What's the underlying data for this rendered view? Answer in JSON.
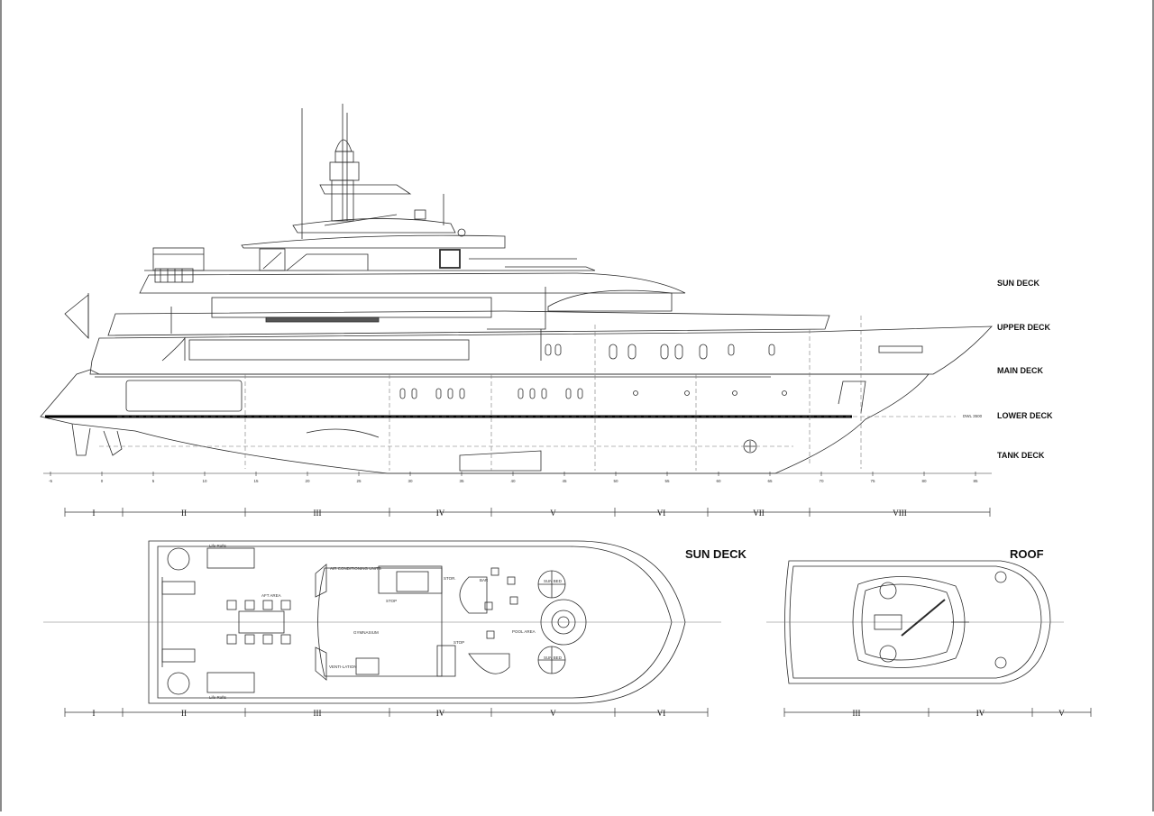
{
  "deck_labels": [
    "SUN DECK",
    "UPPER DECK",
    "MAIN DECK",
    "LOWER DECK",
    "TANK DECK"
  ],
  "dwl_label": "DWL 3500",
  "frame_ticks": [
    "-5",
    "0",
    "5",
    "10",
    "15",
    "20",
    "25",
    "30",
    "35",
    "40",
    "45",
    "50",
    "55",
    "60",
    "65",
    "70",
    "75",
    "80",
    "85"
  ],
  "profile_zones": [
    "I",
    "II",
    "III",
    "IV",
    "V",
    "VI",
    "VII",
    "VIII"
  ],
  "plan_titles": {
    "sun_deck": "SUN DECK",
    "roof": "ROOF"
  },
  "sun_deck_zones": [
    "I",
    "II",
    "III",
    "IV",
    "V",
    "VI"
  ],
  "roof_zones": [
    "III",
    "IV",
    "V"
  ],
  "room_labels": {
    "life_rafts": "Life Rafts",
    "aft_area": "AFT AREA",
    "air_conditioning_units": "AIR CONDITIONING UNITS",
    "gymnasium": "GYMNASIUM",
    "ventilation": "VENTI-LATION",
    "bar": "BAR",
    "pool_area": "POOL AREA",
    "sun_beds": "SUN BED",
    "storage": "STOR.",
    "stop": "STOP"
  },
  "colors": {
    "line": "#2a2a2a",
    "thick": "#000000",
    "dash": "#777777",
    "frame_edge": "#8a8a8a"
  }
}
